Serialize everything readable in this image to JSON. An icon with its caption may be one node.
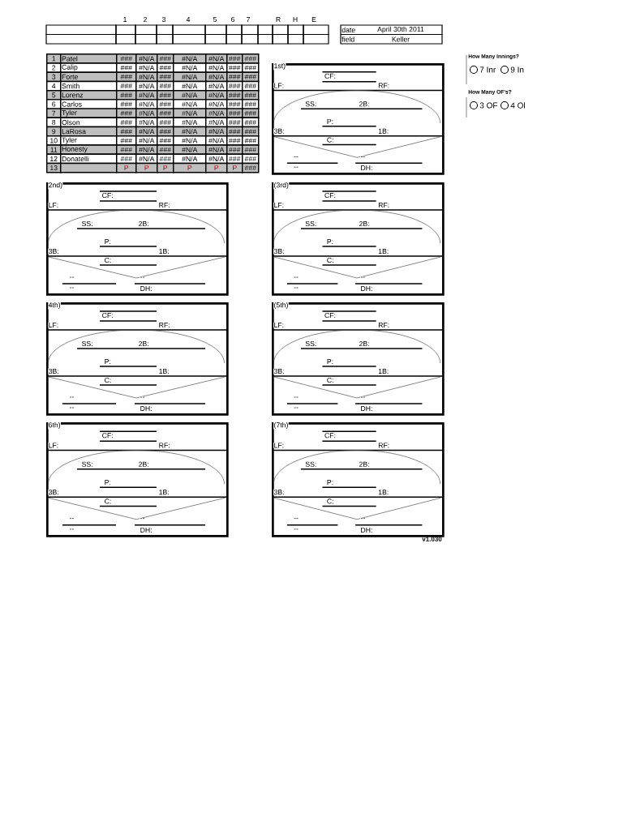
{
  "diagram": {
    "nodes": [
      {
        "text": [
          "1st)",
          "CF:",
          "LF:",
          "RF:",
          "SS:",
          "2B:",
          "P:",
          "3B:",
          "1B:",
          "C:",
          "--",
          "--",
          "--",
          "DH:"
        ]
      },
      {
        "text": [
          "2nd)",
          "CF:",
          "LF:",
          "RF:",
          "SS:",
          "2B:",
          "P:",
          "3B:",
          "1B:",
          "C:",
          "--",
          "--",
          "--",
          "DH:"
        ]
      },
      {
        "text": [
          "(3rd)",
          "CF:",
          "LF:",
          "RF:",
          "SS:",
          "2B:",
          "P:",
          "3B:",
          "1B:",
          "C:",
          "--",
          "--",
          "--",
          "DH:"
        ]
      },
      {
        "text": [
          "4th)",
          "CF:",
          "LF:",
          "RF:",
          "SS:",
          "2B:",
          "P:",
          "3B:",
          "1B:",
          "C:",
          "--",
          "--",
          "--",
          "DH:"
        ]
      },
      {
        "text": [
          "(5th)",
          "CF:",
          "LF:",
          "RF:",
          "SS:",
          "2B:",
          "P:",
          "3B:",
          "1B:",
          "C:",
          "--",
          "--",
          "--",
          "DH:"
        ]
      },
      {
        "text": [
          "6th)",
          "CF:",
          "LF:",
          "RF:",
          "SS:",
          "2B:",
          "P:",
          "3B:",
          "1B:",
          "C:",
          "--",
          "--",
          "--",
          "DH:"
        ]
      },
      {
        "text": [
          "(7th)",
          "CF:",
          "LF:",
          "RF:",
          "SS:",
          "2B:",
          "P:",
          "3B:",
          "1B:",
          "C:",
          "--",
          "--",
          "--",
          "DH:"
        ]
      }
    ],
    "labels": [
      "1",
      "2",
      "3",
      "4",
      "5",
      "6",
      "7",
      "R",
      "H",
      "E",
      "date",
      "April 30th 2011",
      "field",
      "Keller",
      "1",
      "Patel",
      "###",
      "#N/A",
      "###",
      "#N/A",
      "#N/A",
      "###",
      "###",
      "2",
      "Calip",
      "###",
      "#N/A",
      "###",
      "#N/A",
      "#N/A",
      "###",
      "###",
      "3",
      "Forte",
      "###",
      "#N/A",
      "###",
      "#N/A",
      "#N/A",
      "###",
      "###",
      "4",
      "Smith",
      "###",
      "#N/A",
      "###",
      "#N/A",
      "#N/A",
      "###",
      "###",
      "5",
      "Lorenz",
      "###",
      "#N/A",
      "###",
      "#N/A",
      "#N/A",
      "###",
      "###",
      "6",
      "Carlos",
      "###",
      "#N/A",
      "###",
      "#N/A",
      "#N/A",
      "###",
      "###",
      "7",
      "Tyler",
      "###",
      "#N/A",
      "###",
      "#N/A",
      "#N/A",
      "###",
      "###",
      "8",
      "Olson",
      "###",
      "#N/A",
      "###",
      "#N/A",
      "#N/A",
      "###",
      "###",
      "9",
      "LaRosa",
      "###",
      "#N/A",
      "###",
      "#N/A",
      "#N/A",
      "###",
      "###",
      "10",
      "Tyler",
      "###",
      "#N/A",
      "###",
      "#N/A",
      "#N/A",
      "###",
      "###",
      "11",
      "Honesty",
      "###",
      "#N/A",
      "###",
      "#N/A",
      "#N/A",
      "###",
      "###",
      "12",
      "Donatelli",
      "###",
      "#N/A",
      "###",
      "#N/A",
      "#N/A",
      "###",
      "###",
      "13",
      "P",
      "P",
      "P",
      "P",
      "P",
      "P",
      "###",
      "How Many Innings?",
      "7 Inr",
      "9 In",
      "How Many OF's?",
      "3 OF",
      "4 Ol",
      "v1.030"
    ]
  }
}
